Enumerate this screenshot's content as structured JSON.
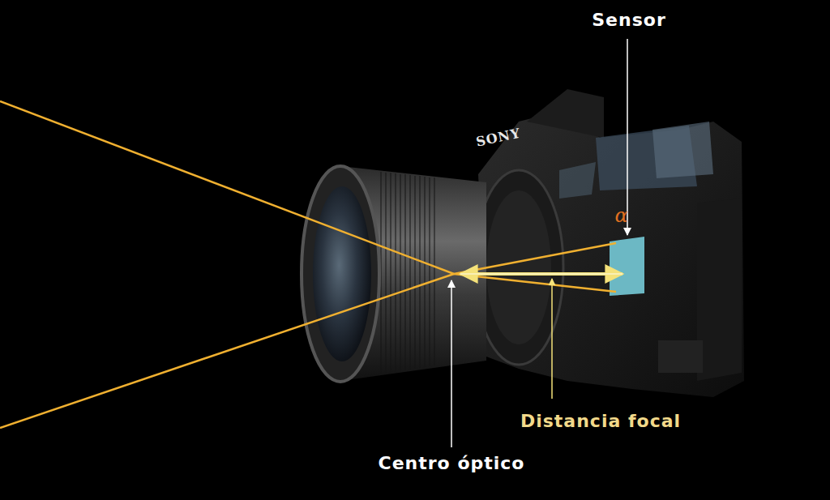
{
  "diagram": {
    "labels": [
      "Sensor",
      "Distancia focal",
      "Centro óptico",
      "SONY",
      "α"
    ]
  }
}
